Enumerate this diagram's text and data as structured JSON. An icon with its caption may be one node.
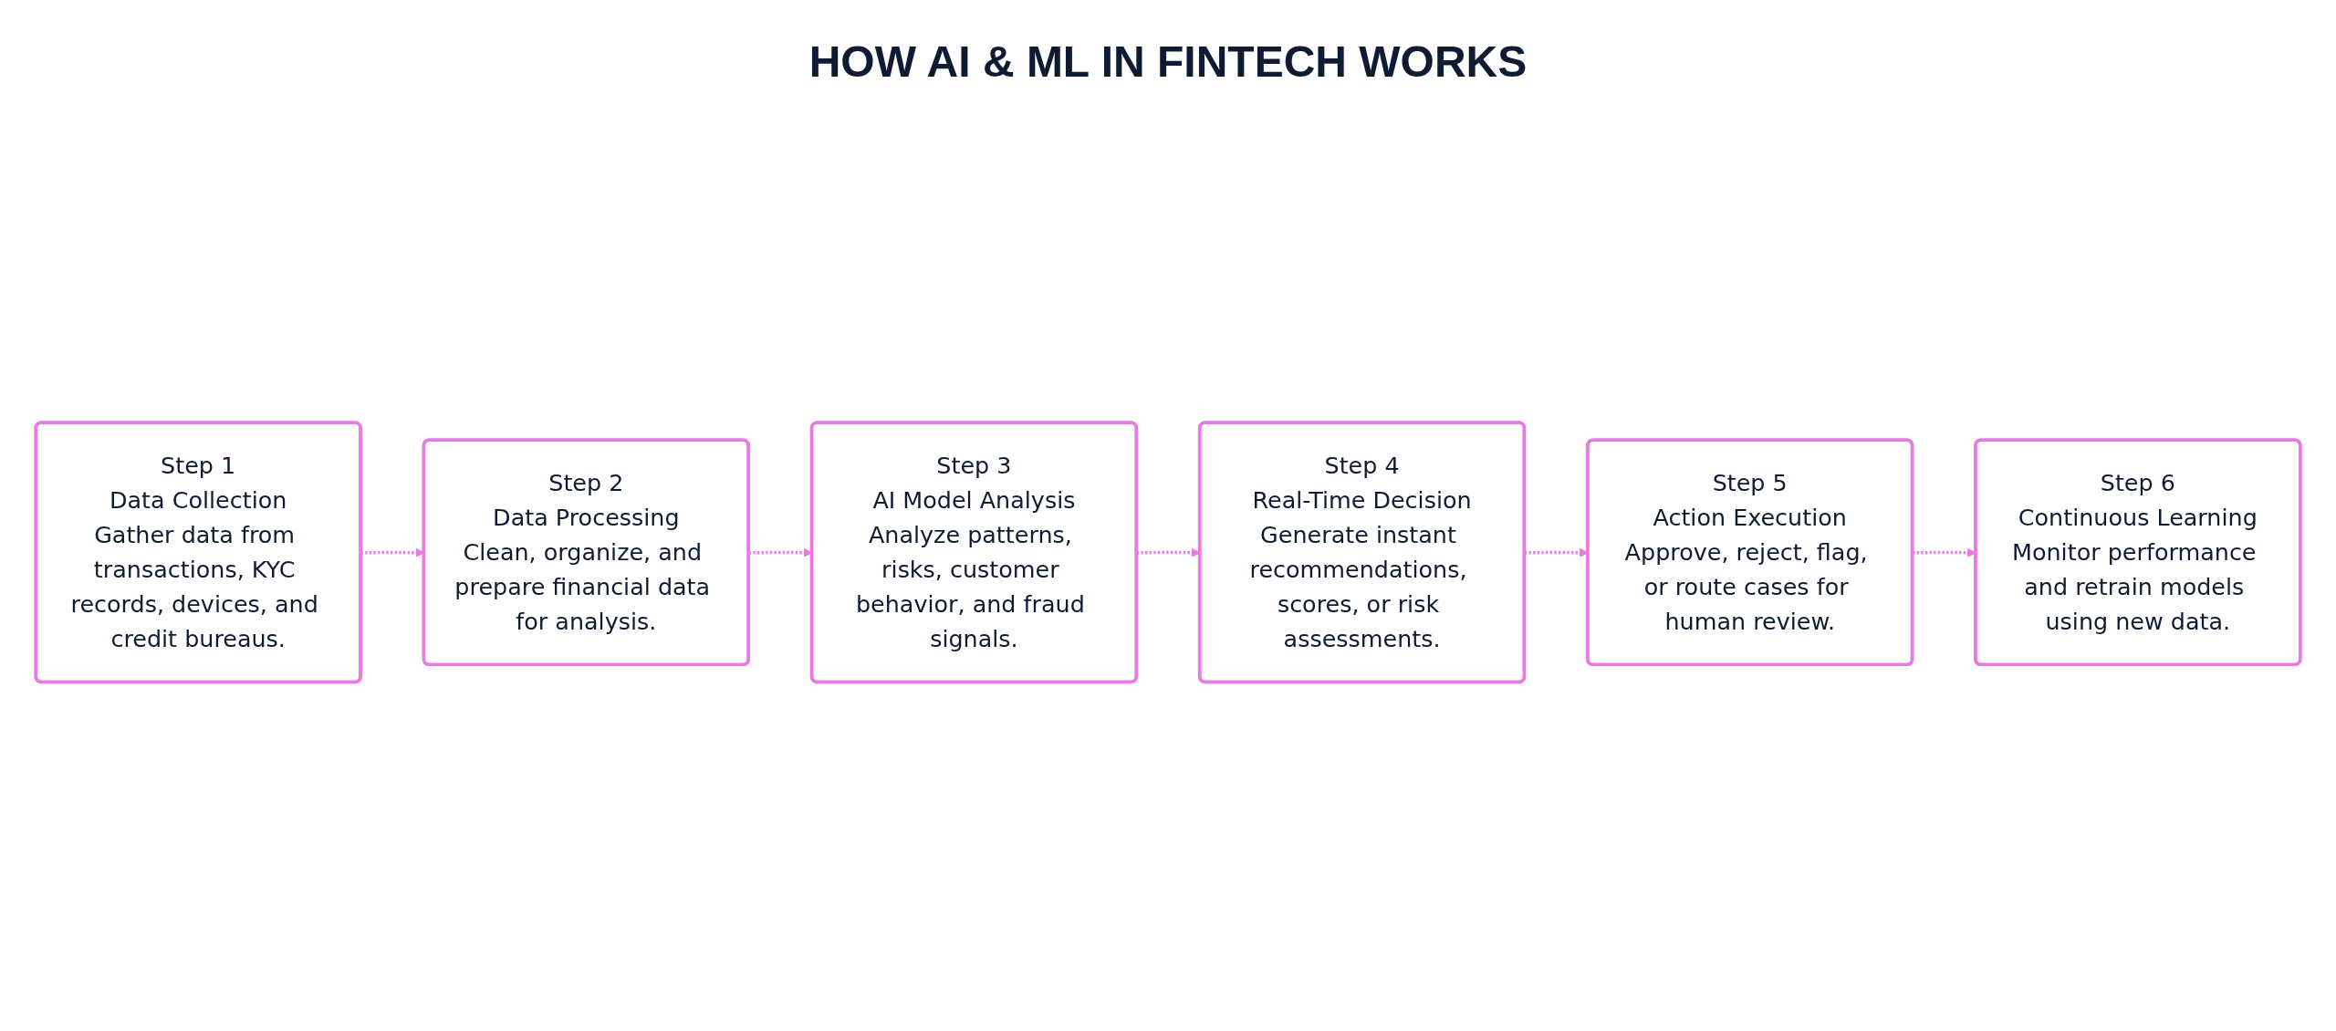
{
  "diagram": {
    "title": "HOW AI & ML IN FINTECH WORKS",
    "nodes": [
      {
        "text": [
          "Step 1",
          "Data Collection",
          "Gather data from transactions, KYC records, devices, and credit bureaus."
        ]
      },
      {
        "text": [
          "Step 2",
          "Data Processing",
          "Clean, organize, and prepare financial data for analysis."
        ]
      },
      {
        "text": [
          "Step 3",
          "AI Model Analysis",
          "Analyze patterns, risks, customer behavior, and fraud signals."
        ]
      },
      {
        "text": [
          "Step 4",
          "Real-Time Decision",
          "Generate instant recommendations, scores, or risk assessments."
        ]
      },
      {
        "text": [
          "Step 5",
          "Action Execution",
          "Approve, reject, flag, or route cases for human review."
        ]
      },
      {
        "text": [
          "Step 6",
          "Continuous Learning",
          "Monitor performance and retrain models using new data."
        ]
      }
    ],
    "edges": [
      {
        "from": 0,
        "to": 1,
        "arrow": "to",
        "style": "dashed"
      },
      {
        "from": 1,
        "to": 2,
        "arrow": "to",
        "style": "dashed"
      },
      {
        "from": 2,
        "to": 3,
        "arrow": "to",
        "style": "dashed"
      },
      {
        "from": 3,
        "to": 4,
        "arrow": "to",
        "style": "dashed"
      },
      {
        "from": 4,
        "to": 5,
        "arrow": "to",
        "style": "dashed"
      }
    ]
  }
}
